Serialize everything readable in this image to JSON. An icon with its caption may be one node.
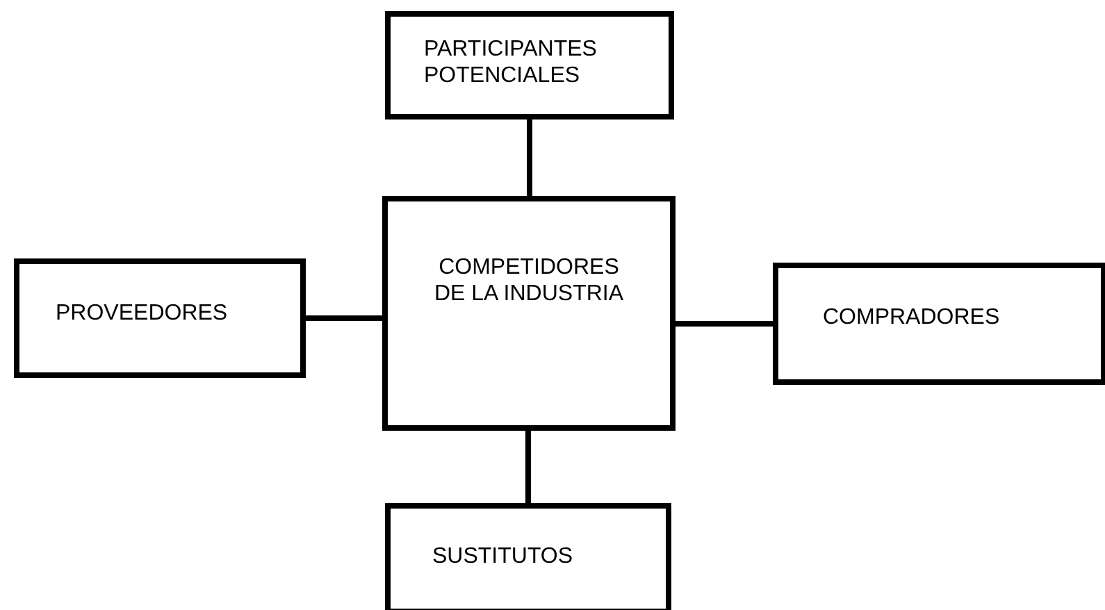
{
  "diagram": {
    "nodes": [
      {
        "text": [
          "PARTICIPANTES POTENCIALES"
        ]
      },
      {
        "text": [
          "PROVEEDORES"
        ]
      },
      {
        "text": [
          "COMPETIDORES DE LA INDUSTRIA"
        ]
      },
      {
        "text": [
          "COMPRADORES"
        ]
      },
      {
        "text": [
          "SUSTITUTOS"
        ]
      }
    ],
    "edges": [
      {
        "from": 2,
        "to": 0,
        "arrow": "none"
      },
      {
        "from": 2,
        "to": 1,
        "arrow": "none"
      },
      {
        "from": 2,
        "to": 3,
        "arrow": "none"
      },
      {
        "from": 2,
        "to": 4,
        "arrow": "none"
      }
    ]
  }
}
